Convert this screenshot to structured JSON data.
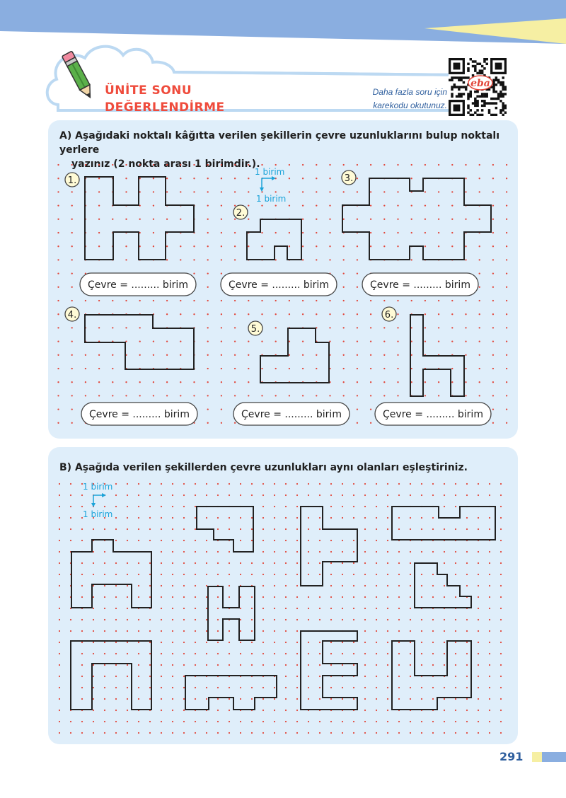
{
  "header": {
    "title_line1": "ÜNİTE SONU",
    "title_line2": "DEĞERLENDİRME",
    "qr_line1": "Daha fazla soru için",
    "qr_line2": "karekodu okutunuz.",
    "qr_logo": "eba",
    "qr_icon": "qr-code-icon",
    "pencil_icon": "pencil-icon"
  },
  "section_a": {
    "instruction_line1": "A) Aşağıdaki noktalı kâğıtta verilen şekillerin çevre uzunluklarını bulup noktalı yerlere",
    "instruction_line2": "yazınız (2 nokta arası 1 birimdir.).",
    "unit_h": "1 birim",
    "unit_v": "1 birim",
    "items": [
      {
        "number": "1.",
        "answer": "Çevre = ......... birim"
      },
      {
        "number": "2.",
        "answer": "Çevre = ......... birim"
      },
      {
        "number": "3.",
        "answer": "Çevre = ......... birim"
      },
      {
        "number": "4.",
        "answer": "Çevre = ......... birim"
      },
      {
        "number": "5.",
        "answer": "Çevre = ......... birim"
      },
      {
        "number": "6.",
        "answer": "Çevre = ......... birim"
      }
    ]
  },
  "section_b": {
    "instruction": "B) Aşağıda verilen şekillerden çevre uzunlukları aynı olanları eşleştiriniz.",
    "unit_h": "1 birim",
    "unit_v": "1 birim"
  },
  "footer": {
    "page_number": "291"
  },
  "colors": {
    "band": "#8aaee0",
    "band_accent": "#f6efa3",
    "panel": "#dfeefa",
    "title": "#ef4b3c",
    "grid_dot_a": "#e2463a",
    "grid_dot_b": "#e2463a",
    "unit_label": "#1aa3d9",
    "page_number": "#2f5f9e"
  }
}
